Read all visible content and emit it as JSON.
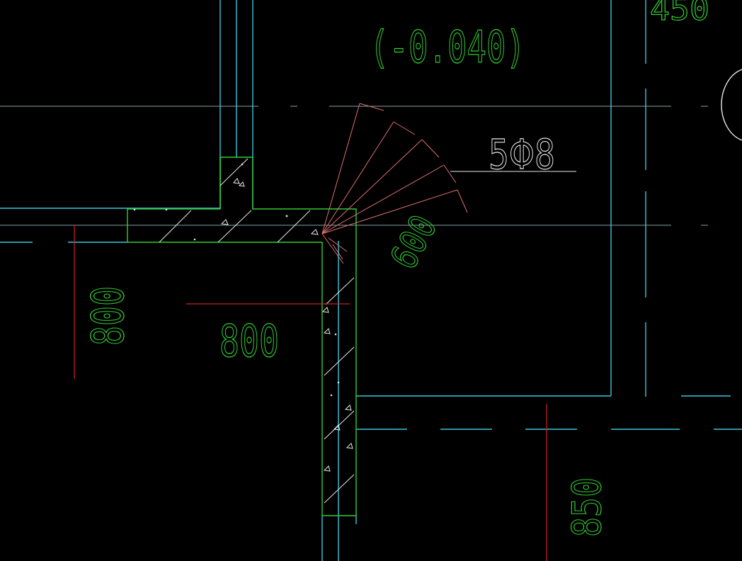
{
  "drawing": {
    "elevation_label": "(-0.040)",
    "top_partial_label": "450",
    "rebar_label": "5Φ8",
    "dimensions": {
      "left_vertical": "800",
      "horizontal": "800",
      "radial": "600",
      "bottom_vertical": "850"
    }
  },
  "colors": {
    "background": "#000000",
    "axis_cyan": "#3fc4d8",
    "grid_gray": "#8aa0a8",
    "concrete_green": "#33cc33",
    "dimension_red": "#d42020",
    "rebar_pink": "#e07070",
    "leader_white": "#e8e8e8"
  }
}
